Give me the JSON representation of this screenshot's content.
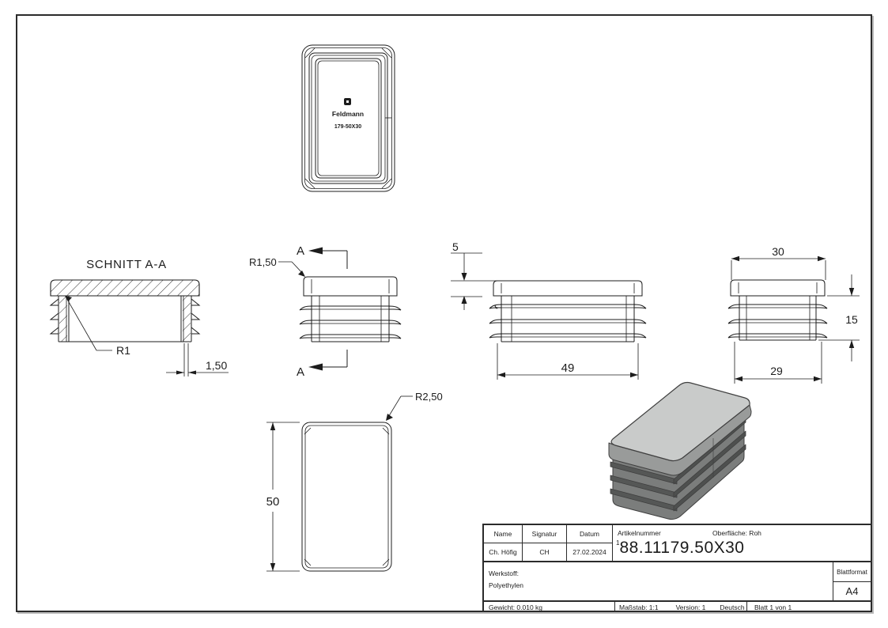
{
  "views": {
    "top_view": {
      "logo_mark": "feldmann-logo",
      "brand": "Feldmann",
      "part_label": "179-50X30"
    },
    "section_view": {
      "title": "SCHNITT A-A",
      "radius_label": "R1",
      "wall_thickness_label": "1,50"
    },
    "side_view": {
      "radius_label": "R1,50",
      "section_label_top": "A",
      "section_label_bottom": "A"
    },
    "front_view": {
      "head_height_label": "5",
      "width_label": "49"
    },
    "end_view": {
      "top_width_label": "30",
      "height_label": "15",
      "bottom_width_label": "29"
    },
    "bottom_view": {
      "height_label": "50",
      "corner_radius_label": "R2,50"
    }
  },
  "title_block": {
    "headers": {
      "name": "Name",
      "signature": "Signatur",
      "date": "Datum",
      "article_number": "Artikelnummer",
      "surface": "Oberfläche:  Roh"
    },
    "values": {
      "name": "Ch. Höfig",
      "signature": "CH",
      "date": "27.02.2024",
      "article_number_prefix": "1",
      "article_number": "88.11179.50X30"
    },
    "material_label": "Werkstoff:",
    "material": "Polyethylen",
    "sheet_format_label": "Blattformat",
    "sheet_format": "A4",
    "weight": "Gewicht: 0.010 kg",
    "scale": "Maßstab: 1:1",
    "version": "Version: 1",
    "language": "Deutsch",
    "sheet": "Blatt 1 von 1"
  },
  "colors": {
    "line": "#1c1c1c",
    "frame": "#2b2b2b",
    "background": "#ffffff",
    "iso_top": "#c9cbca",
    "iso_head_band": "#999b9a",
    "iso_body": "#7b7d7c",
    "iso_fin_front": "#555756",
    "iso_fin_right": "#4e504f",
    "iso_outline": "#3f3f3f"
  }
}
